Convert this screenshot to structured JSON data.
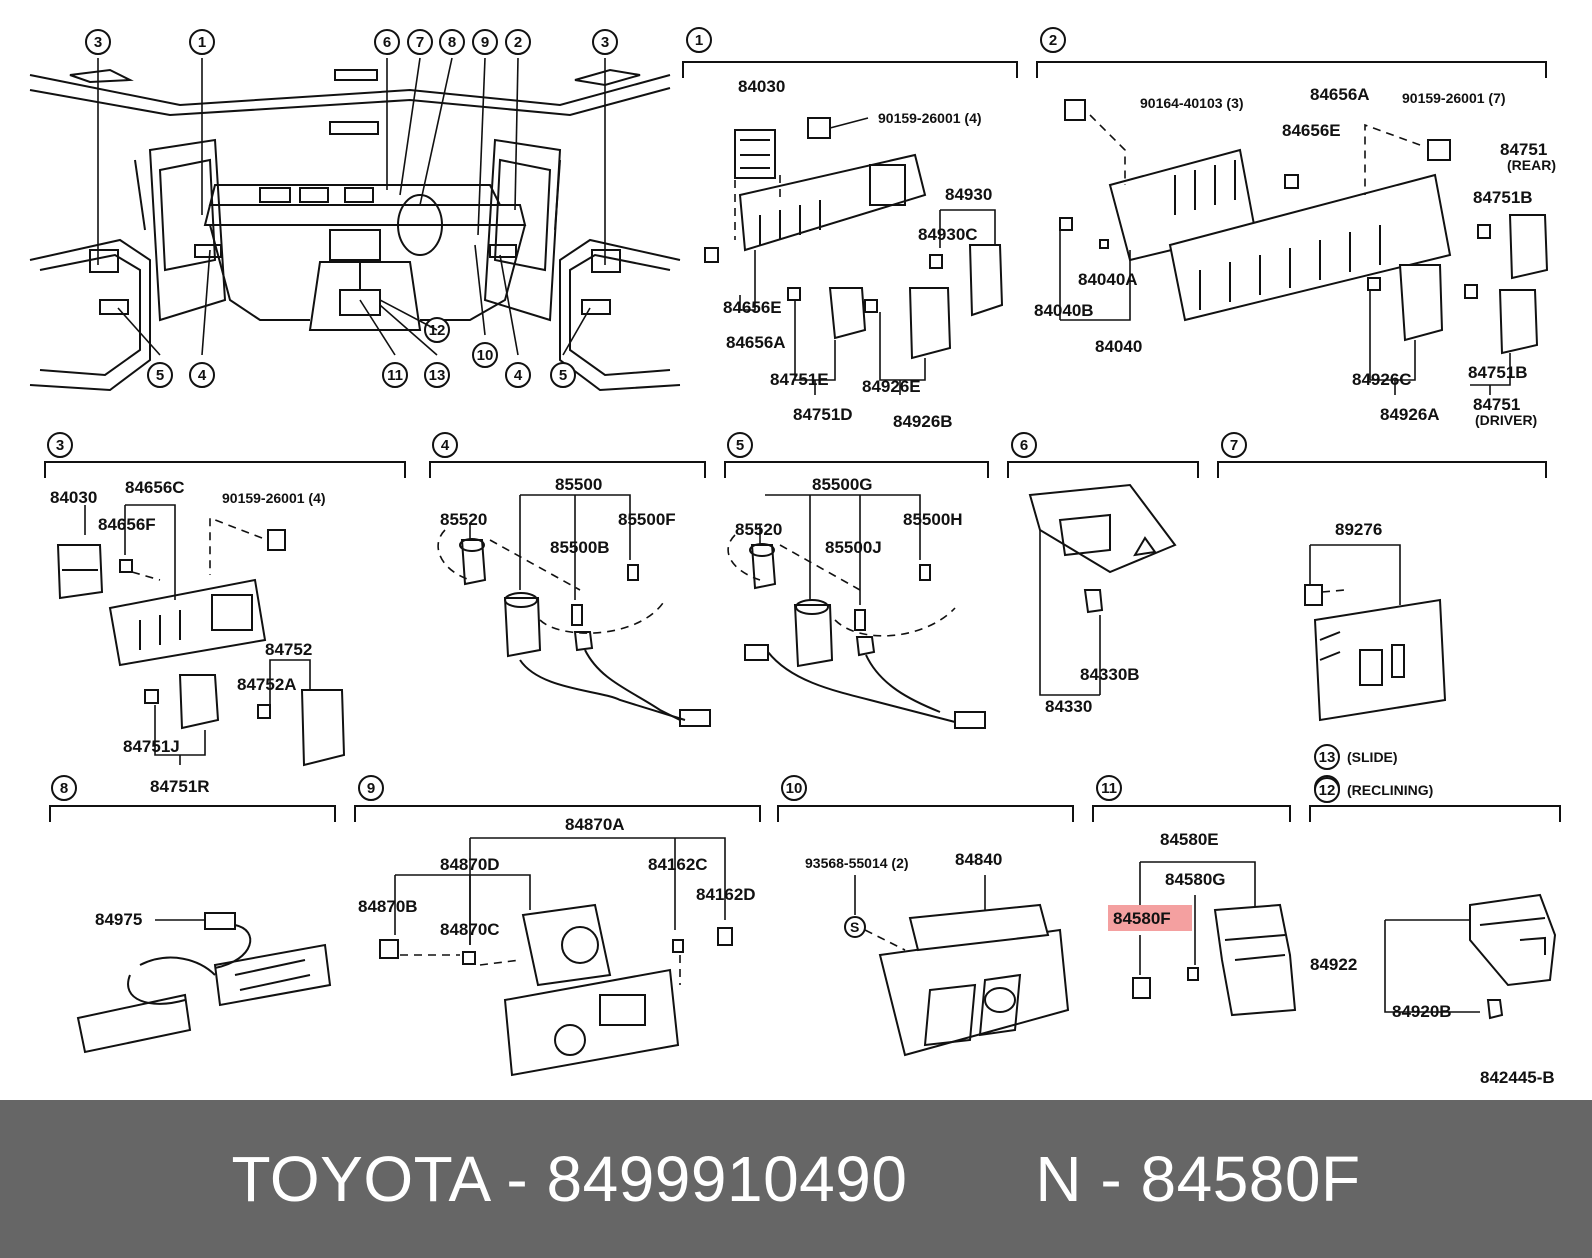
{
  "diagram": {
    "highlight_color": "#f4a0a0",
    "overview_callouts": [
      "3",
      "1",
      "6",
      "7",
      "8",
      "9",
      "2",
      "3",
      "12",
      "10",
      "11",
      "13",
      "5",
      "4",
      "4",
      "5"
    ],
    "sections": [
      {
        "num": "1",
        "labels": [
          "84030",
          "90159-26001 (4)",
          "84930",
          "84930C",
          "84656E",
          "84656A",
          "84751E",
          "84751D",
          "84926E",
          "84926B"
        ]
      },
      {
        "num": "2",
        "labels": [
          "90164-40103 (3)",
          "84656A",
          "90159-26001 (7)",
          "84656E",
          "84751",
          "(REAR)",
          "84751B",
          "84040A",
          "84040B",
          "84040",
          "84926C",
          "84926A",
          "84751B",
          "84751",
          "(DRIVER)"
        ]
      },
      {
        "num": "3",
        "labels": [
          "84030",
          "84656C",
          "90159-26001 (4)",
          "84656F",
          "84752",
          "84752A",
          "84751J",
          "84751R"
        ]
      },
      {
        "num": "4",
        "labels": [
          "85500",
          "85520",
          "85500B",
          "85500F"
        ]
      },
      {
        "num": "5",
        "labels": [
          "85500G",
          "85520",
          "85500J",
          "85500H"
        ]
      },
      {
        "num": "6",
        "labels": [
          "84330B",
          "84330"
        ]
      },
      {
        "num": "7",
        "labels": [
          "89276"
        ]
      },
      {
        "num": "8",
        "labels": [
          "84975"
        ]
      },
      {
        "num": "9",
        "labels": [
          "84870A",
          "84870D",
          "84162C",
          "84870B",
          "84870C",
          "84162D"
        ]
      },
      {
        "num": "10",
        "labels": [
          "93568-55014 (2)",
          "84840"
        ]
      },
      {
        "num": "11",
        "labels": [
          "84580E",
          "84580G",
          "84580F"
        ]
      },
      {
        "num": "12",
        "labels": [
          "84922",
          "84920B"
        ]
      }
    ],
    "legend": [
      {
        "num": "13",
        "text": "(SLIDE)"
      },
      {
        "num": "12",
        "text": "(RECLINING)"
      }
    ],
    "highlighted_part": "84580F",
    "drawing_code": "842445-B"
  },
  "banner": {
    "brand": "TOYOTA",
    "part_number": "8499910490",
    "ref": "N",
    "ref_part": "84580F"
  }
}
